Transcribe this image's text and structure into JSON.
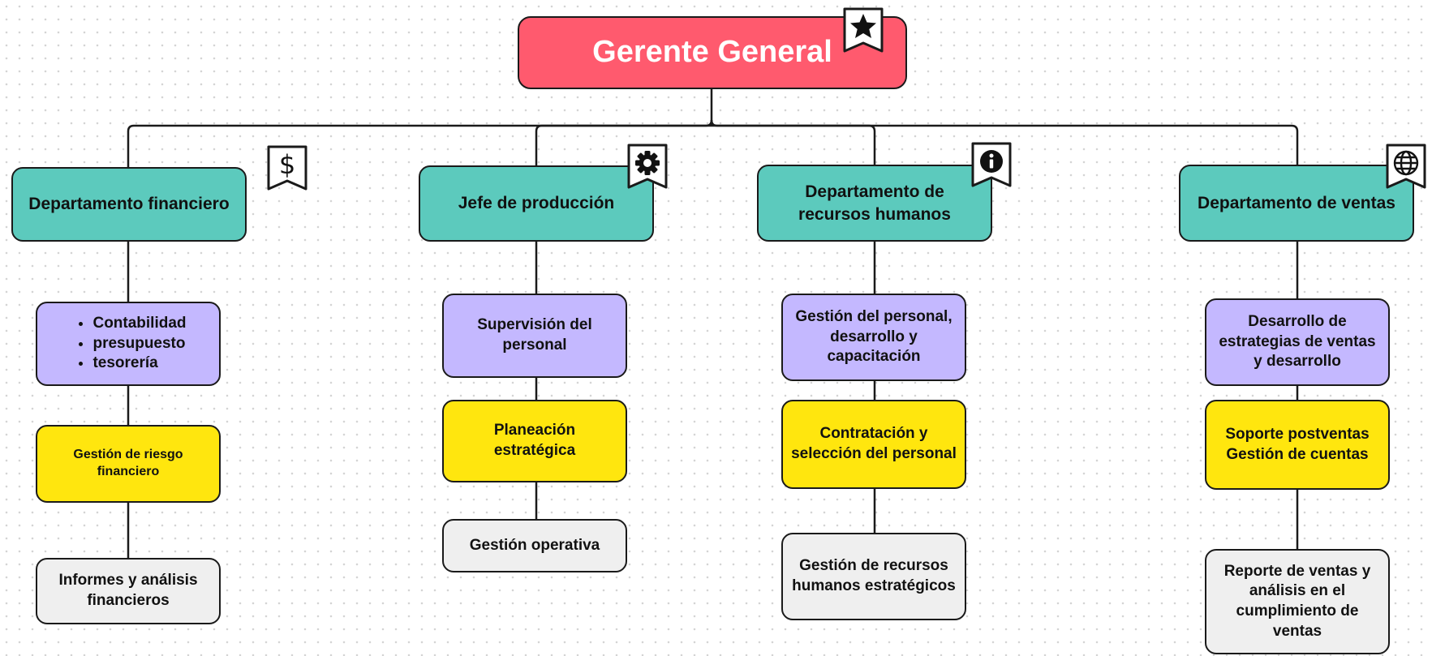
{
  "root": {
    "label": "Gerente General",
    "icon": "star-icon"
  },
  "colors": {
    "root": "#ff5a6e",
    "department": "#5ccabd",
    "purple": "#c4b8ff",
    "yellow": "#ffe60e",
    "gray": "#efefef"
  },
  "departments": [
    {
      "label": "Departamento financiero",
      "icon": "dollar-icon",
      "items": [
        {
          "bullets": [
            "Contabilidad",
            "presupuesto",
            "tesorería"
          ]
        },
        {
          "label": "Gestión de riesgo financiero"
        },
        {
          "label": "Informes y análisis financieros"
        }
      ]
    },
    {
      "label": "Jefe de producción",
      "icon": "gear-icon",
      "items": [
        {
          "label": "Supervisión del personal"
        },
        {
          "label": "Planeación estratégica"
        },
        {
          "label": "Gestión operativa"
        }
      ]
    },
    {
      "label": "Departamento de recursos humanos",
      "icon": "info-icon",
      "items": [
        {
          "label": "Gestión del personal, desarrollo y capacitación"
        },
        {
          "label": "Contratación y selección del personal"
        },
        {
          "label": "Gestión de recursos humanos estratégicos"
        }
      ]
    },
    {
      "label": "Departamento de ventas",
      "icon": "globe-icon",
      "items": [
        {
          "label": "Desarrollo de estrategias de ventas y desarrollo"
        },
        {
          "label": "Soporte postventas Gestión de cuentas"
        },
        {
          "label": "Reporte de ventas y análisis en el cumplimiento de ventas"
        }
      ]
    }
  ]
}
